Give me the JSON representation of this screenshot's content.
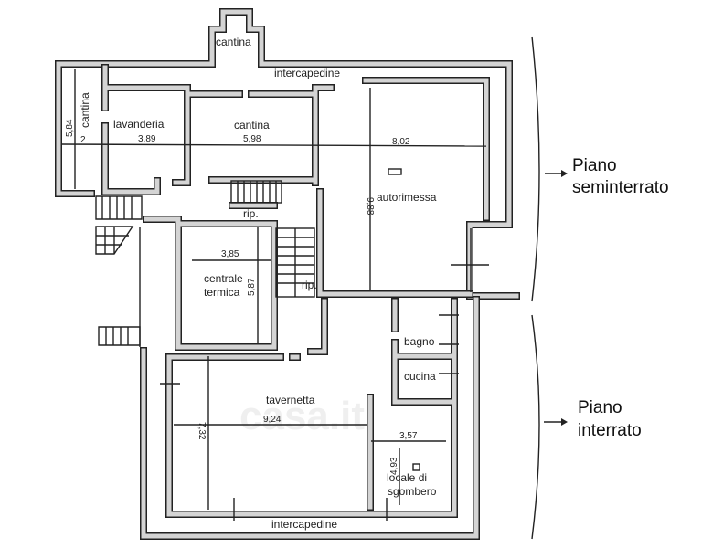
{
  "upper_floor": {
    "name_line1": "Piano",
    "name_line2": "seminterrato",
    "rooms": {
      "cantina_top": "cantina",
      "intercapedine": "intercapedine",
      "cantina_left": "cantina",
      "lavanderia": "lavanderia",
      "cantina_mid": "cantina",
      "autorimessa": "autorimessa",
      "centrale_1": "centrale",
      "centrale_2": "termica",
      "rip_1": "rip.",
      "rip_2": "rip."
    },
    "dims": {
      "d584": "5,84",
      "d2": "2",
      "d389": "3,89",
      "d598": "5,98",
      "d802": "8,02",
      "d988": "9,88",
      "d385": "3,85",
      "d587": "5,87"
    }
  },
  "lower_floor": {
    "name_line1": "Piano",
    "name_line2": "interrato",
    "rooms": {
      "bagno": "bagno",
      "cucina": "cucina",
      "tavernetta": "tavernetta",
      "locale_1": "locale di",
      "locale_2": "sgombero",
      "intercapedine": "intercapedine"
    },
    "dims": {
      "d924": "9,24",
      "d732": "7,32",
      "d357": "3,57",
      "d493": "4,93"
    }
  },
  "watermark": "casa.it"
}
